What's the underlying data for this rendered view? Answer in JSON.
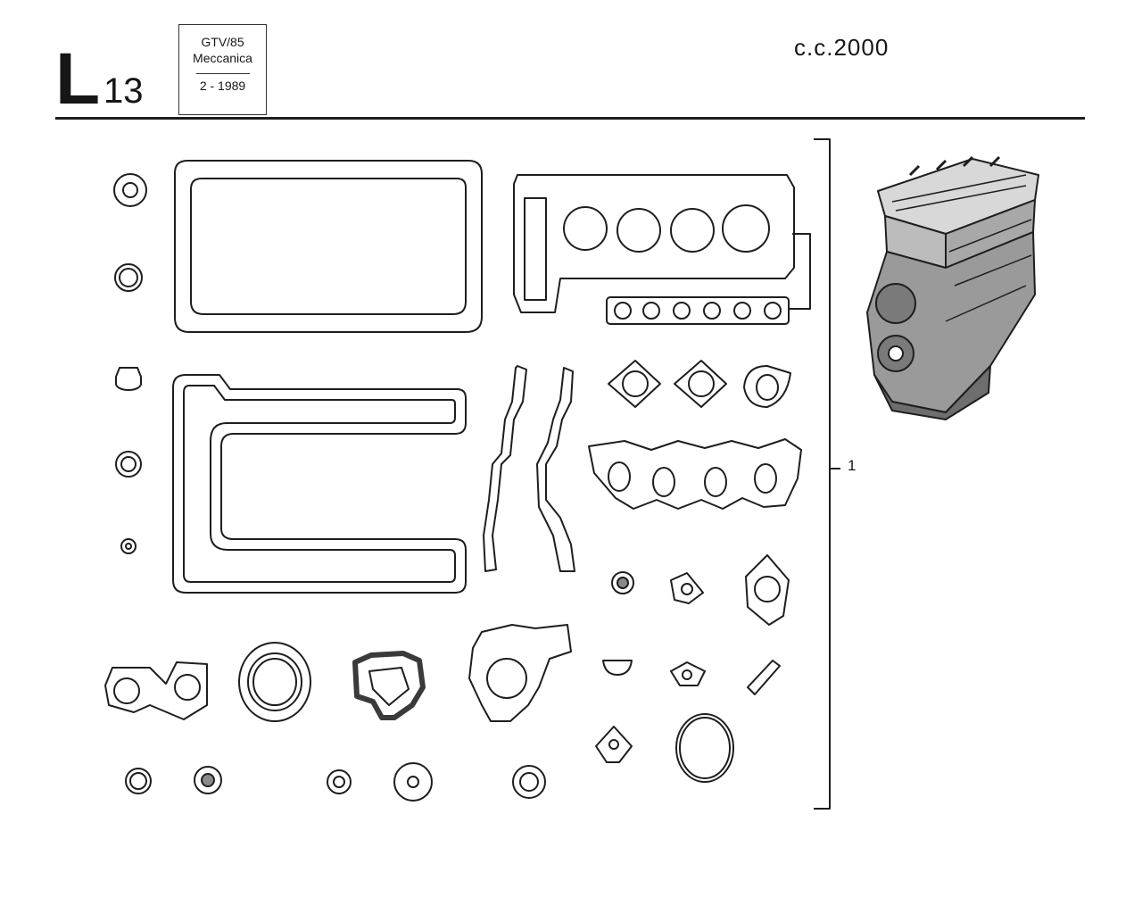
{
  "header": {
    "section_letter": "L",
    "section_number": "13",
    "stamp": {
      "model": "GTV/85",
      "group": "Meccanica",
      "date": "2 - 1989"
    },
    "displacement": "c.c.2000"
  },
  "callout": {
    "item_number": "1"
  },
  "colors": {
    "ink": "#1e1e1e",
    "paper": "#ffffff",
    "shade": "#8a8a8a"
  }
}
